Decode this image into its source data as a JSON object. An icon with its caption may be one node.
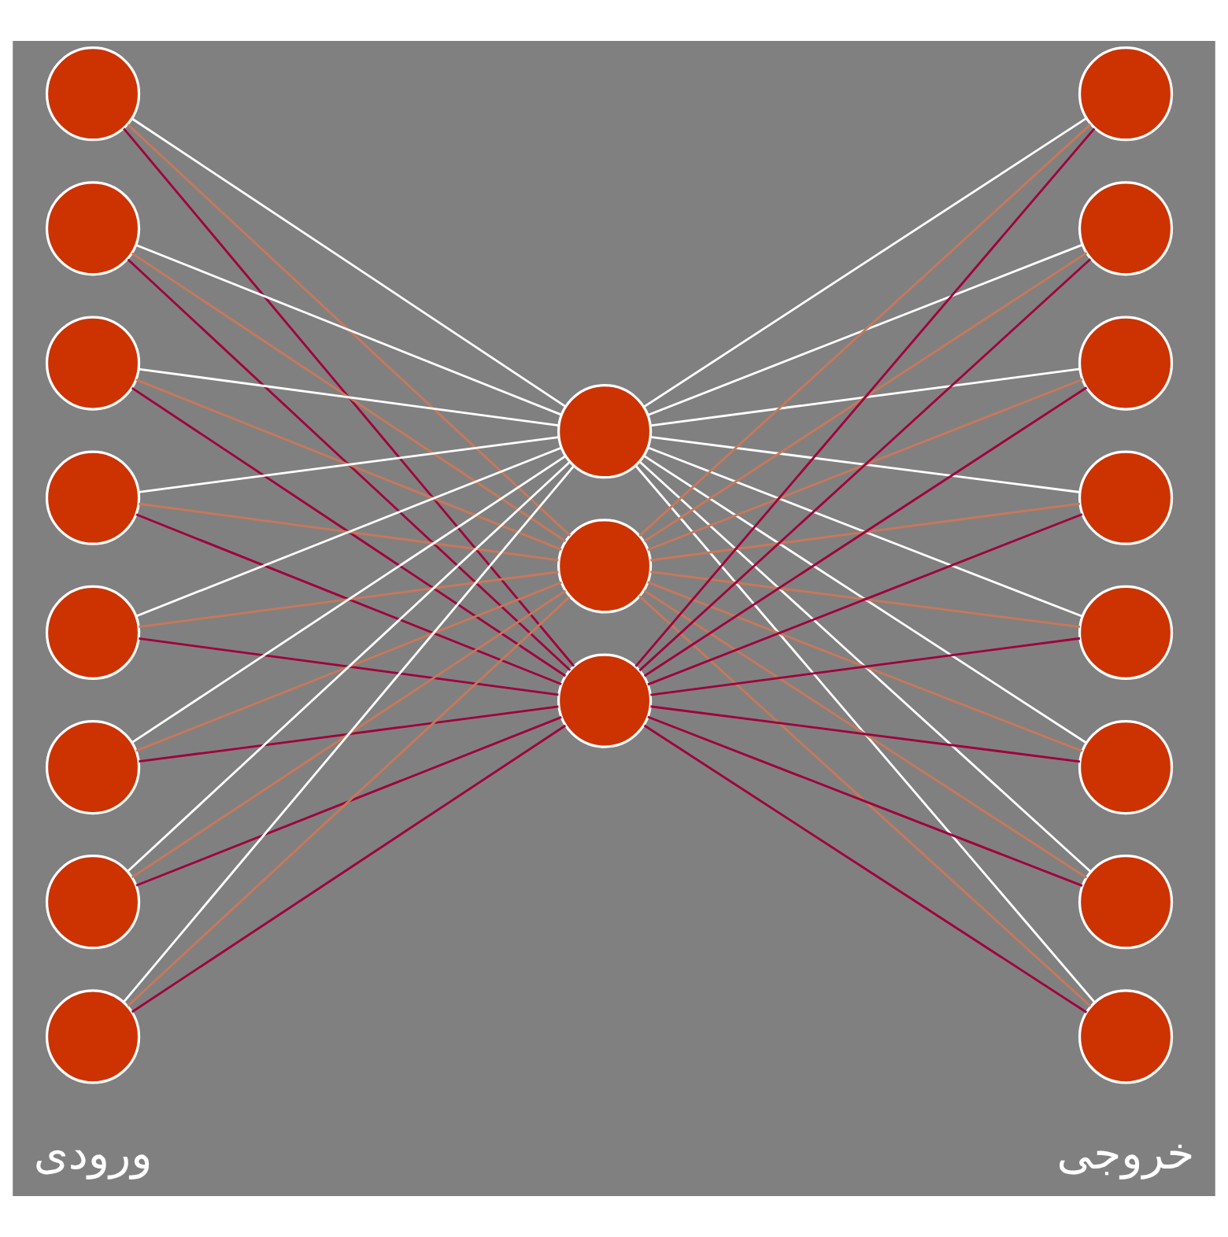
{
  "diagram": {
    "nodes": [
      {
        "text": [],
        "shape": "circle"
      },
      {
        "text": [],
        "shape": "circle"
      },
      {
        "text": [],
        "shape": "circle"
      },
      {
        "text": [],
        "shape": "circle"
      },
      {
        "text": [],
        "shape": "circle"
      },
      {
        "text": [],
        "shape": "circle"
      },
      {
        "text": [],
        "shape": "circle"
      },
      {
        "text": [],
        "shape": "circle"
      },
      {
        "text": [],
        "shape": "circle"
      },
      {
        "text": [],
        "shape": "circle"
      },
      {
        "text": [],
        "shape": "circle"
      },
      {
        "text": [],
        "shape": "circle"
      },
      {
        "text": [],
        "shape": "circle"
      },
      {
        "text": [],
        "shape": "circle"
      },
      {
        "text": [],
        "shape": "circle"
      },
      {
        "text": [],
        "shape": "circle"
      },
      {
        "text": [],
        "shape": "circle"
      },
      {
        "text": [],
        "shape": "circle"
      },
      {
        "text": [],
        "shape": "circle"
      }
    ],
    "edges": [
      {
        "from": 0,
        "to": 8,
        "arrow": "none",
        "color": "#ffffff"
      },
      {
        "from": 1,
        "to": 8,
        "arrow": "none",
        "color": "#ffffff"
      },
      {
        "from": 2,
        "to": 8,
        "arrow": "none",
        "color": "#ffffff"
      },
      {
        "from": 3,
        "to": 8,
        "arrow": "none",
        "color": "#ffffff"
      },
      {
        "from": 4,
        "to": 8,
        "arrow": "none",
        "color": "#ffffff"
      },
      {
        "from": 5,
        "to": 8,
        "arrow": "none",
        "color": "#ffffff"
      },
      {
        "from": 6,
        "to": 8,
        "arrow": "none",
        "color": "#ffffff"
      },
      {
        "from": 7,
        "to": 8,
        "arrow": "none",
        "color": "#ffffff"
      },
      {
        "from": 0,
        "to": 9,
        "arrow": "none",
        "color": "#c8785a"
      },
      {
        "from": 1,
        "to": 9,
        "arrow": "none",
        "color": "#c8785a"
      },
      {
        "from": 2,
        "to": 9,
        "arrow": "none",
        "color": "#c8785a"
      },
      {
        "from": 3,
        "to": 9,
        "arrow": "none",
        "color": "#c8785a"
      },
      {
        "from": 4,
        "to": 9,
        "arrow": "none",
        "color": "#c8785a"
      },
      {
        "from": 5,
        "to": 9,
        "arrow": "none",
        "color": "#c8785a"
      },
      {
        "from": 6,
        "to": 9,
        "arrow": "none",
        "color": "#c8785a"
      },
      {
        "from": 7,
        "to": 9,
        "arrow": "none",
        "color": "#c8785a"
      },
      {
        "from": 0,
        "to": 10,
        "arrow": "none",
        "color": "#a0003c"
      },
      {
        "from": 1,
        "to": 10,
        "arrow": "none",
        "color": "#a0003c"
      },
      {
        "from": 2,
        "to": 10,
        "arrow": "none",
        "color": "#a0003c"
      },
      {
        "from": 3,
        "to": 10,
        "arrow": "none",
        "color": "#a0003c"
      },
      {
        "from": 4,
        "to": 10,
        "arrow": "none",
        "color": "#a0003c"
      },
      {
        "from": 5,
        "to": 10,
        "arrow": "none",
        "color": "#a0003c"
      },
      {
        "from": 6,
        "to": 10,
        "arrow": "none",
        "color": "#a0003c"
      },
      {
        "from": 7,
        "to": 10,
        "arrow": "none",
        "color": "#a0003c"
      },
      {
        "from": 8,
        "to": 11,
        "arrow": "none",
        "color": "#ffffff"
      },
      {
        "from": 8,
        "to": 12,
        "arrow": "none",
        "color": "#ffffff"
      },
      {
        "from": 8,
        "to": 13,
        "arrow": "none",
        "color": "#ffffff"
      },
      {
        "from": 8,
        "to": 14,
        "arrow": "none",
        "color": "#ffffff"
      },
      {
        "from": 8,
        "to": 15,
        "arrow": "none",
        "color": "#ffffff"
      },
      {
        "from": 8,
        "to": 16,
        "arrow": "none",
        "color": "#ffffff"
      },
      {
        "from": 8,
        "to": 17,
        "arrow": "none",
        "color": "#ffffff"
      },
      {
        "from": 8,
        "to": 18,
        "arrow": "none",
        "color": "#ffffff"
      },
      {
        "from": 9,
        "to": 11,
        "arrow": "none",
        "color": "#c8785a"
      },
      {
        "from": 9,
        "to": 12,
        "arrow": "none",
        "color": "#c8785a"
      },
      {
        "from": 9,
        "to": 13,
        "arrow": "none",
        "color": "#c8785a"
      },
      {
        "from": 9,
        "to": 14,
        "arrow": "none",
        "color": "#c8785a"
      },
      {
        "from": 9,
        "to": 15,
        "arrow": "none",
        "color": "#c8785a"
      },
      {
        "from": 9,
        "to": 16,
        "arrow": "none",
        "color": "#c8785a"
      },
      {
        "from": 9,
        "to": 17,
        "arrow": "none",
        "color": "#c8785a"
      },
      {
        "from": 9,
        "to": 18,
        "arrow": "none",
        "color": "#c8785a"
      },
      {
        "from": 10,
        "to": 11,
        "arrow": "none",
        "color": "#a0003c"
      },
      {
        "from": 10,
        "to": 12,
        "arrow": "none",
        "color": "#a0003c"
      },
      {
        "from": 10,
        "to": 13,
        "arrow": "none",
        "color": "#a0003c"
      },
      {
        "from": 10,
        "to": 14,
        "arrow": "none",
        "color": "#a0003c"
      },
      {
        "from": 10,
        "to": 15,
        "arrow": "none",
        "color": "#a0003c"
      },
      {
        "from": 10,
        "to": 16,
        "arrow": "none",
        "color": "#a0003c"
      },
      {
        "from": 10,
        "to": 17,
        "arrow": "none",
        "color": "#a0003c"
      },
      {
        "from": 10,
        "to": 18,
        "arrow": "none",
        "color": "#a0003c"
      }
    ],
    "labels": [
      "ورودی",
      "خروجی"
    ]
  }
}
